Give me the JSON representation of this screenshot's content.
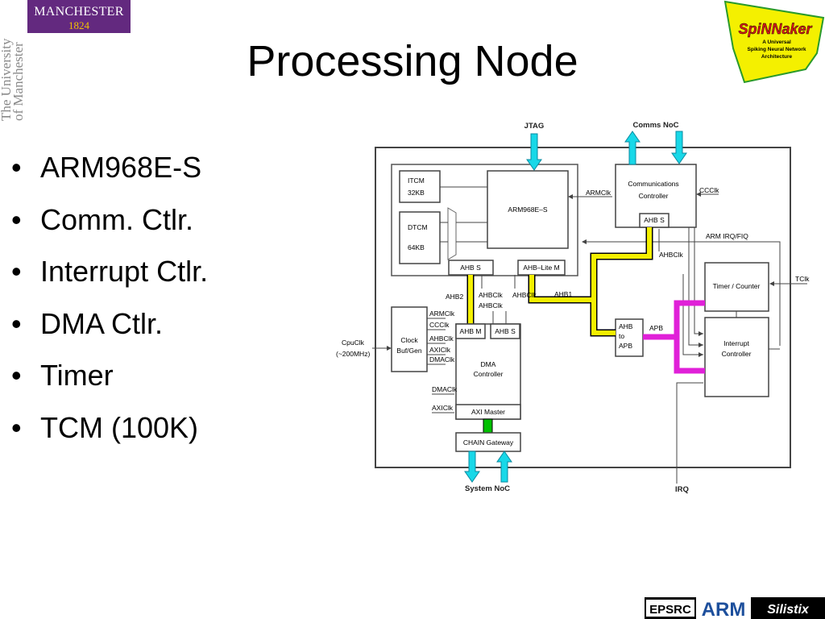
{
  "slide": {
    "title": "Processing Node",
    "bullets": [
      "ARM968E-S",
      "Comm. Ctlr.",
      "Interrupt Ctlr.",
      "DMA Ctlr.",
      "Timer",
      "TCM (100K)"
    ]
  },
  "logos": {
    "manchester_word": "MANCHESTER",
    "manchester_year": "1824",
    "university_vertical": [
      "The University",
      "of Manchester"
    ],
    "spinnaker": "SpiNNaker",
    "spinnaker_sub": [
      "A Universal",
      "Spiking Neural Network",
      "Architecture"
    ],
    "footer": [
      "EPSRC",
      "ARM",
      "Silistix"
    ]
  },
  "diagram": {
    "top_labels": {
      "jtag": "JTAG",
      "comms_noc": "Comms NoC",
      "system_noc": "System NoC",
      "irq": "IRQ"
    },
    "blocks": {
      "itcm": [
        "ITCM",
        "32KB"
      ],
      "dtcm": [
        "DTCM",
        "64KB"
      ],
      "cpu": "ARM968E–S",
      "ahb_s_cpu": "AHB S",
      "ahb_lite_m": "AHB–Lite M",
      "comms_ctrl": [
        "Communications",
        "Controller"
      ],
      "comms_ahb_s": "AHB S",
      "timer": "Timer / Counter",
      "interrupt": [
        "Interrupt",
        "Controller"
      ],
      "ahb_to_apb": [
        "AHB",
        "to",
        "APB"
      ],
      "clock": [
        "Clock",
        "Buf/Gen"
      ],
      "dma_ahb_m": "AHB M",
      "dma_ahb_s": "AHB S",
      "dma_ctrl": [
        "DMA",
        "Controller"
      ],
      "axi_master": "AXI Master",
      "chain_gateway": "CHAIN Gateway"
    },
    "signals": {
      "armclk_cpu": "ARMClk",
      "cccLk_comms": "CCClk",
      "arm_irq": "ARM IRQ/FIQ",
      "ahbclk_comms": "AHBClk",
      "tclk": "TClk",
      "ahb2": "AHB2",
      "ahbclk_1": "AHBClk",
      "ahbclk_2": "AHBClk",
      "ahbclk_3": "AHBClk",
      "ahb1": "AHB1",
      "apb": "APB",
      "cpuclk": "CpuClk",
      "cpuclk_freq": "(~200MHz)",
      "clk_outputs": [
        "ARMClk",
        "CCClk",
        "AHBClk",
        "AXIClk",
        "DMAClk"
      ],
      "dmaclk": "DMAClk",
      "axiclk": "AXIClk"
    },
    "colors": {
      "ahb_bus": "#f4f000",
      "apb_bus": "#e020d8",
      "noc_arrow": "#18d8e8",
      "chain_link": "#00c000"
    }
  }
}
